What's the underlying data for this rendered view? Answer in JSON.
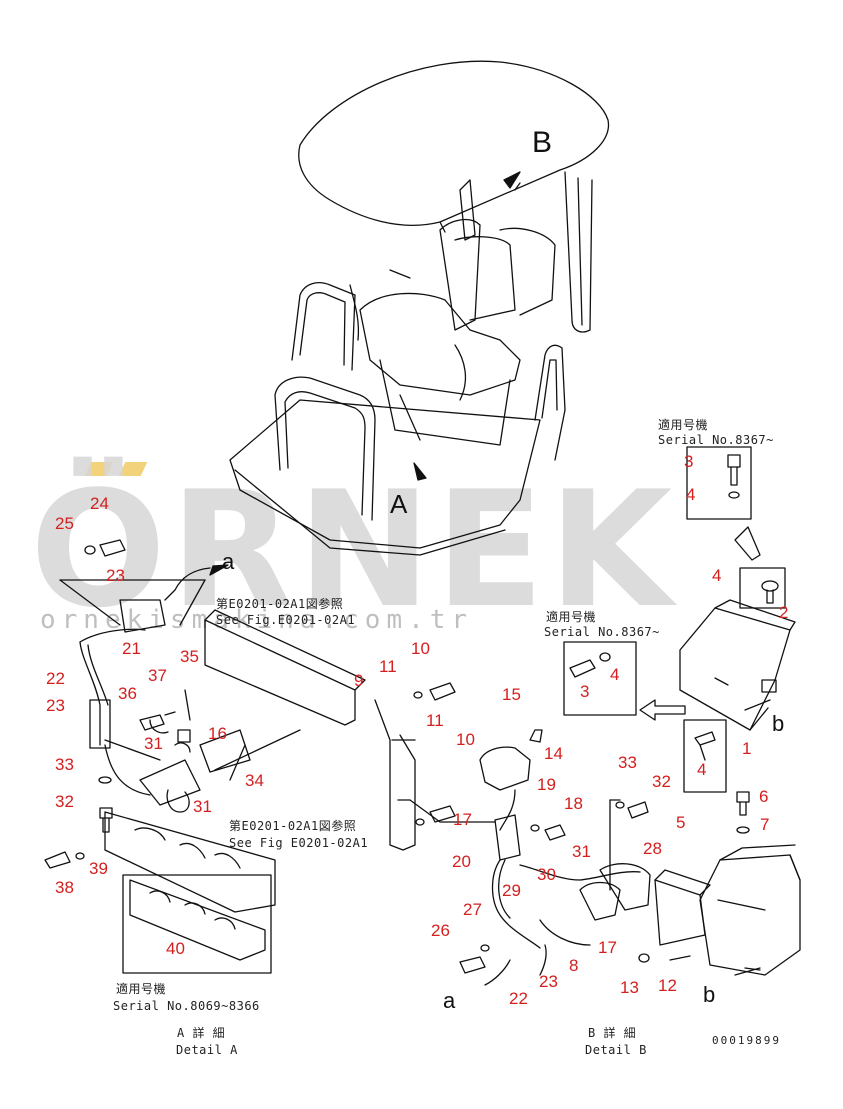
{
  "watermark": {
    "brand": "ÖRNEK",
    "url": "ornekismakina.com.tr"
  },
  "notes": {
    "serial_top_right_jp": "適用号機",
    "serial_top_right_en": "Serial No.8367~",
    "serial_mid_jp": "適用号機",
    "serial_mid_en": "Serial No.8367~",
    "see_fig_1_jp": "第E0201-02A1図参照",
    "see_fig_1_en": "See Fig.E0201-02A1",
    "see_fig_2_jp": "第E0201-02A1図参照",
    "see_fig_2_en": "See Fig E0201-02A1",
    "serial_bottom_jp": "適用号機",
    "serial_bottom_en": "Serial No.8069~8366",
    "detail_a_jp": "A 詳 細",
    "detail_a_en": "Detail A",
    "detail_b_jp": "B 詳 細",
    "detail_b_en": "Detail B",
    "drawing_code": "00019899"
  },
  "letters": {
    "B": "B",
    "A": "A",
    "a1": "a",
    "a2": "a",
    "b1": "b",
    "b2": "b"
  },
  "callouts": [
    "24",
    "25",
    "23",
    "21",
    "35",
    "37",
    "22",
    "36",
    "23",
    "31",
    "16",
    "33",
    "32",
    "31",
    "34",
    "38",
    "39",
    "40",
    "9",
    "11",
    "10",
    "11",
    "10",
    "15",
    "14",
    "19",
    "18",
    "17",
    "20",
    "31",
    "28",
    "29",
    "30",
    "27",
    "26",
    "23",
    "22",
    "8",
    "17",
    "13",
    "12",
    "3",
    "4",
    "4",
    "2",
    "3",
    "4",
    "1",
    "4",
    "6",
    "7",
    "5",
    "33",
    "32"
  ]
}
